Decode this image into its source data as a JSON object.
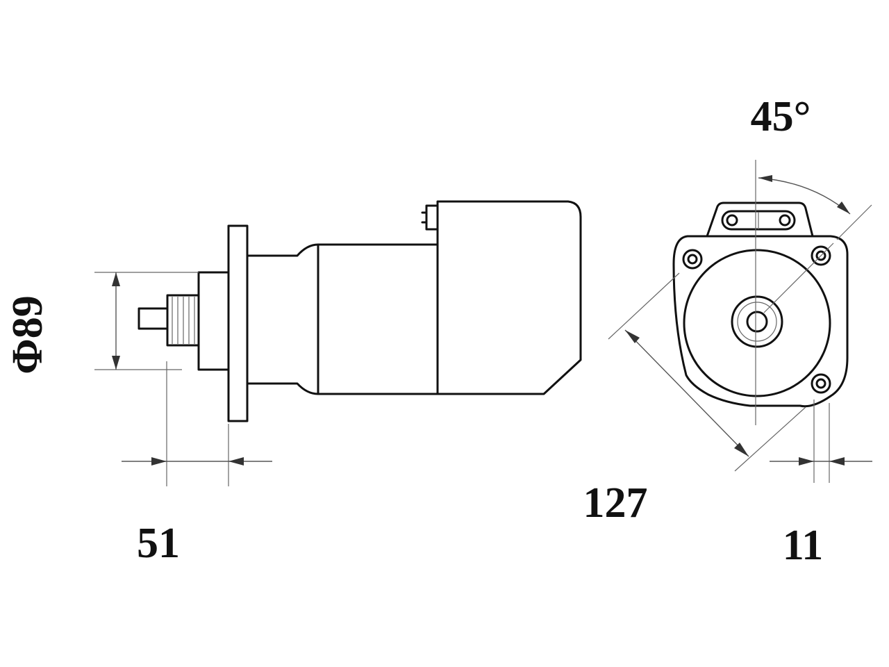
{
  "dimensions": {
    "diameter": "Φ89",
    "pinion_length": "51",
    "flange_diagonal": "127",
    "offset": "11",
    "angle": "45°"
  },
  "colors": {
    "line": "#111111",
    "dimension_line": "#555555",
    "background": "#ffffff"
  }
}
